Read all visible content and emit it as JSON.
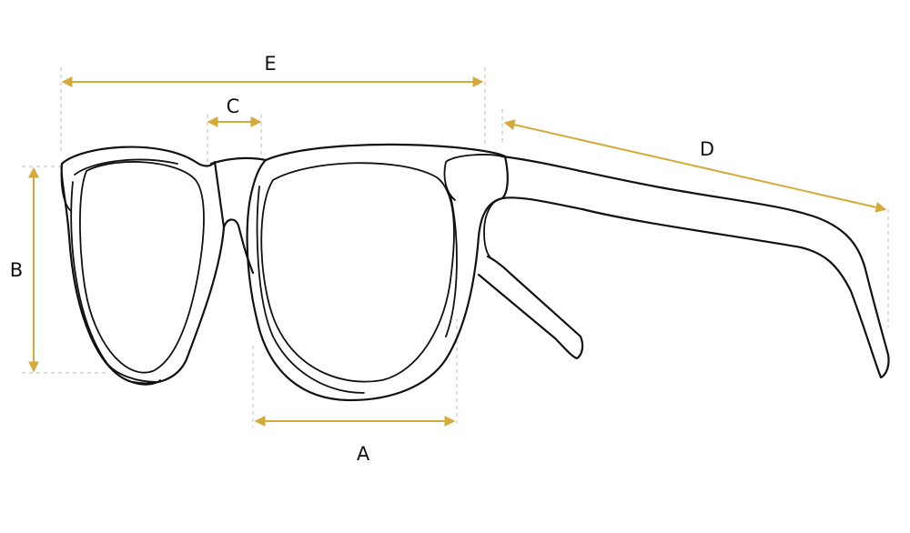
{
  "accent_color": "#d4aa3a",
  "frame_color": "#111111",
  "guide_color": "#c9c9c9",
  "labels": {
    "lens_width": "A",
    "lens_height": "B",
    "bridge_width": "C",
    "temple_length": "D",
    "frame_width": "E"
  }
}
